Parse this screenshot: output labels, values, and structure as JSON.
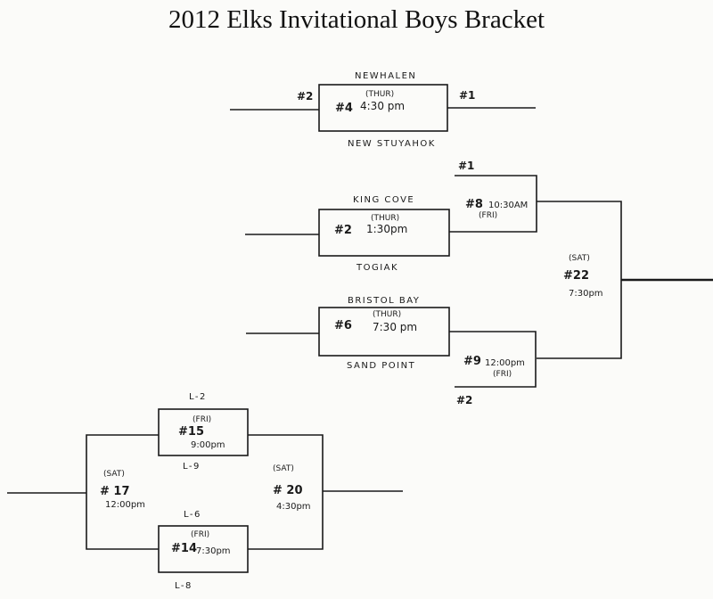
{
  "title": "2012 Elks Invitational Boys Bracket",
  "games": {
    "g4": {
      "day": "(THUR)",
      "num": "#4",
      "time": "4:30 pm",
      "top_team": "NEWHALEN",
      "bottom_team": "NEW STUYAHOK",
      "left_seed": "#2",
      "right_seed": "#1"
    },
    "g2": {
      "day": "(THUR)",
      "num": "#2",
      "time": "1:30pm",
      "top_team": "KING COVE",
      "bottom_team": "TOGIAK"
    },
    "g6": {
      "day": "(THUR)",
      "num": "#6",
      "time": "7:30 pm",
      "top_team": "BRISTOL BAY",
      "bottom_team": "SAND POINT"
    },
    "g8": {
      "day": "(FRI)",
      "num": "#8",
      "time": "10:30AM",
      "seed_label": "#1"
    },
    "g9": {
      "day": "(FRI)",
      "num": "#9",
      "time": "12:00pm",
      "seed_label": "#2"
    },
    "g22": {
      "day": "(SAT)",
      "num": "#22",
      "time": "7:30pm"
    },
    "g15": {
      "day": "(FRI)",
      "num": "#15",
      "time": "9:00pm",
      "top_team": "L-2",
      "bottom_team": "L-9"
    },
    "g14": {
      "day": "(FRI)",
      "num": "#14",
      "time": "7:30pm",
      "top_team": "L-6",
      "bottom_team": "L-8"
    },
    "g17": {
      "day": "(SAT)",
      "num": "# 17",
      "time": "12:00pm"
    },
    "g20": {
      "day": "(SAT)",
      "num": "# 20",
      "time": "4:30pm"
    }
  }
}
